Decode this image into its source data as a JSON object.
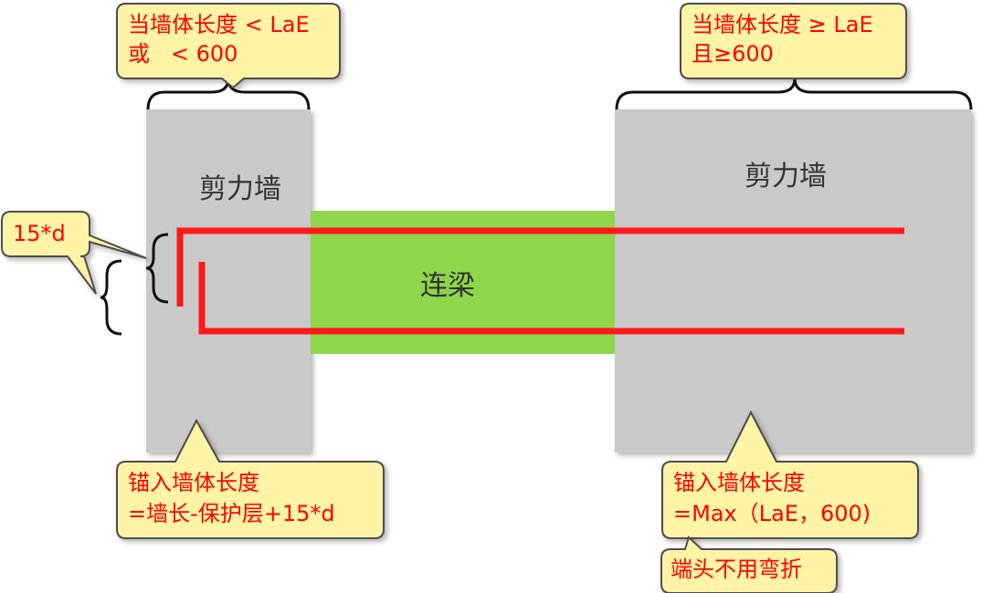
{
  "colors": {
    "wall": "#c9c9c9",
    "beam": "#8ed64a",
    "rebar": "#ff1a1a",
    "callout_fill": "#fff3a6",
    "callout_stroke": "#4d4d4d",
    "callout_text": "#ff0000",
    "brace": "#111111"
  },
  "left_wall": {
    "label": "剪力墙"
  },
  "right_wall": {
    "label": "剪力墙"
  },
  "coupling_beam": {
    "label": "连梁"
  },
  "callouts": {
    "left_condition": {
      "line1": "当墙体长度 < LaE",
      "line2": "或   < 600"
    },
    "right_condition": {
      "line1": "当墙体长度 ≥ LaE",
      "line2": "且≥600"
    },
    "hook_length": {
      "text": "15*d"
    },
    "left_anchor": {
      "line1": "锚入墙体长度",
      "line2": "=墙长-保护层+15*d"
    },
    "right_anchor": {
      "line1": "锚入墙体长度",
      "line2": "=Max（LaE，600)"
    },
    "no_bend": {
      "text": "端头不用弯折"
    }
  }
}
